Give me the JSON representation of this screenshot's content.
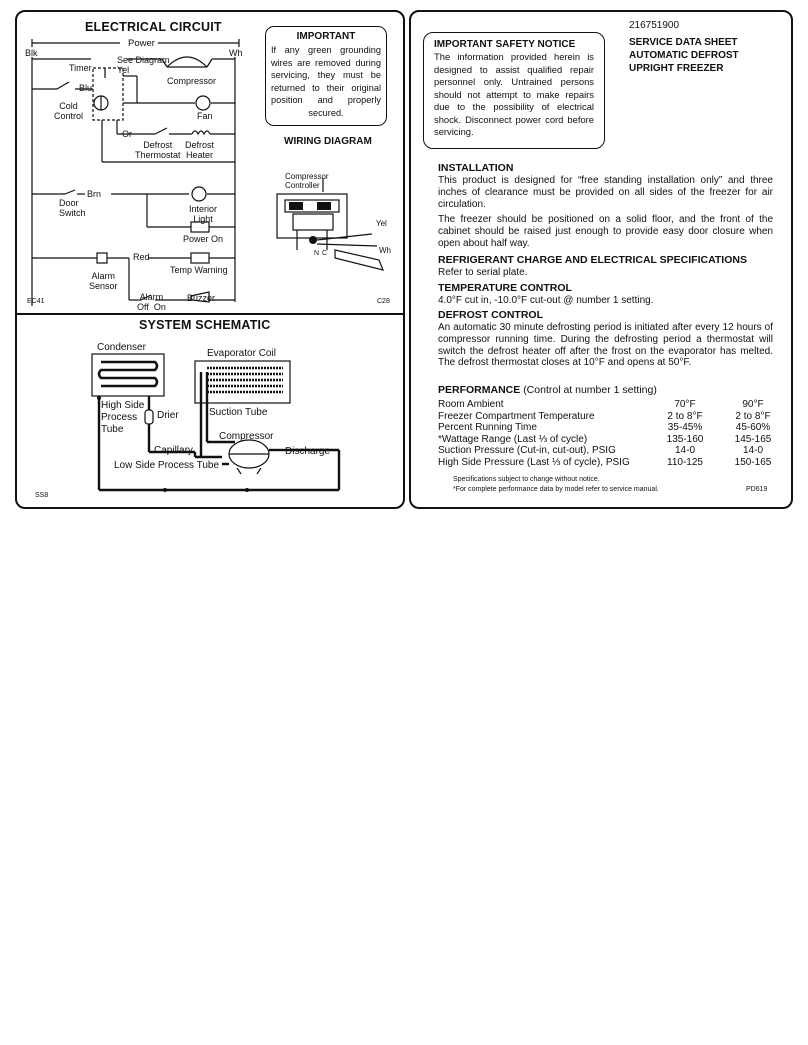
{
  "left": {
    "circuit": {
      "title": "ELECTRICAL CIRCUIT",
      "power": "Power",
      "blk": "Blk",
      "wh": "Wh",
      "timer": "Timer",
      "see_diagram": "See Diagram",
      "yel": "Yel",
      "blu": "Blu",
      "cold_control": "Cold\nControl",
      "compressor": "Compressor",
      "fan": "Fan",
      "or": "Or",
      "defrost_thermostat": "Defrost\nThermostat",
      "defrost_heater": "Defrost\nHeater",
      "brn": "Brn",
      "door_switch": "Door\nSwitch",
      "interior_light": "Interior\nLight",
      "power_on": "Power On",
      "red": "Red",
      "temp_warning": "Temp Warning",
      "alarm_sensor": "Alarm\nSensor",
      "alarm_off_on": "Alarm\nOff  On",
      "buzzer": "Buzzer",
      "code_left": "EC41",
      "code_right": "C28"
    },
    "important": {
      "title": "IMPORTANT",
      "body": "If any green grounding wires are removed during servicing, they must be returned to their original position and properly secured."
    },
    "wiring": {
      "title": "WIRING DIAGRAM",
      "compressor_controller": "Compressor\nController",
      "yel": "Yel",
      "wh": "Wh",
      "n": "N",
      "c": "C"
    },
    "schematic": {
      "title": "SYSTEM SCHEMATIC",
      "condenser": "Condenser",
      "evaporator_coil": "Evaporator Coil",
      "high_side": "High Side\nProcess\nTube",
      "drier": "Drier",
      "suction_tube": "Suction Tube",
      "compressor": "Compressor",
      "capillary": "Capillary",
      "discharge": "Discharge",
      "low_side": "Low Side Process Tube",
      "code": "SS8"
    }
  },
  "right": {
    "part_number": "216751900",
    "doc_title": [
      "SERVICE DATA SHEET",
      "AUTOMATIC DEFROST",
      "UPRIGHT FREEZER"
    ],
    "safety": {
      "title": "IMPORTANT SAFETY NOTICE",
      "body": "The information provided herein is designed to assist qualified repair personnel only. Untrained persons should not attempt to make repairs due to the possibility of electrical shock. Disconnect power cord before servicing."
    },
    "installation": {
      "heading": "INSTALLATION",
      "p1": "This product is designed for “free standing installation only” and three inches of clearance must be provided on all sides of the freezer for air circulation.",
      "p2": "The freezer should be positioned on a solid floor, and the front of the cabinet should be raised just enough to provide easy door closure when open about half way."
    },
    "refrigerant": {
      "heading": "REFRIGERANT CHARGE AND ELECTRICAL SPECIFICATIONS",
      "text": "Refer to serial plate."
    },
    "temperature": {
      "heading": "TEMPERATURE CONTROL",
      "text": "4.0°F cut in, -10.0°F cut-out @ number 1 setting."
    },
    "defrost": {
      "heading": "DEFROST CONTROL",
      "text": "An automatic 30 minute defrosting period is initiated after every 12 hours of compressor running time. During the defrosting period a thermostat will switch the defrost heater off after the frost on the evaporator has melted. The defrost thermostat closes at 10°F and opens at 50°F."
    },
    "performance": {
      "heading": "PERFORMANCE",
      "note": "(Control at number 1 setting)",
      "rows": [
        {
          "label": "Room Ambient",
          "a": "70°F",
          "b": "90°F"
        },
        {
          "label": "Freezer Compartment Temperature",
          "a": "2 to 8°F",
          "b": "2 to 8°F"
        },
        {
          "label": "Percent Running Time",
          "a": "35-45%",
          "b": "45-60%"
        },
        {
          "label": "*Wattage Range (Last ⅓ of cycle)",
          "a": "135-160",
          "b": "145-165"
        },
        {
          "label": "Suction Pressure (Cut-in, cut-out), PSIG",
          "a": "14-0",
          "b": "14-0"
        },
        {
          "label": "High Side Pressure (Last ⅓ of cycle), PSIG",
          "a": "110-125",
          "b": "150-165"
        }
      ]
    },
    "footnotes": {
      "line1": "Specifications subject to change without notice.",
      "line2": "*For complete performance data by model refer to service manual.",
      "code": "PD619"
    }
  }
}
